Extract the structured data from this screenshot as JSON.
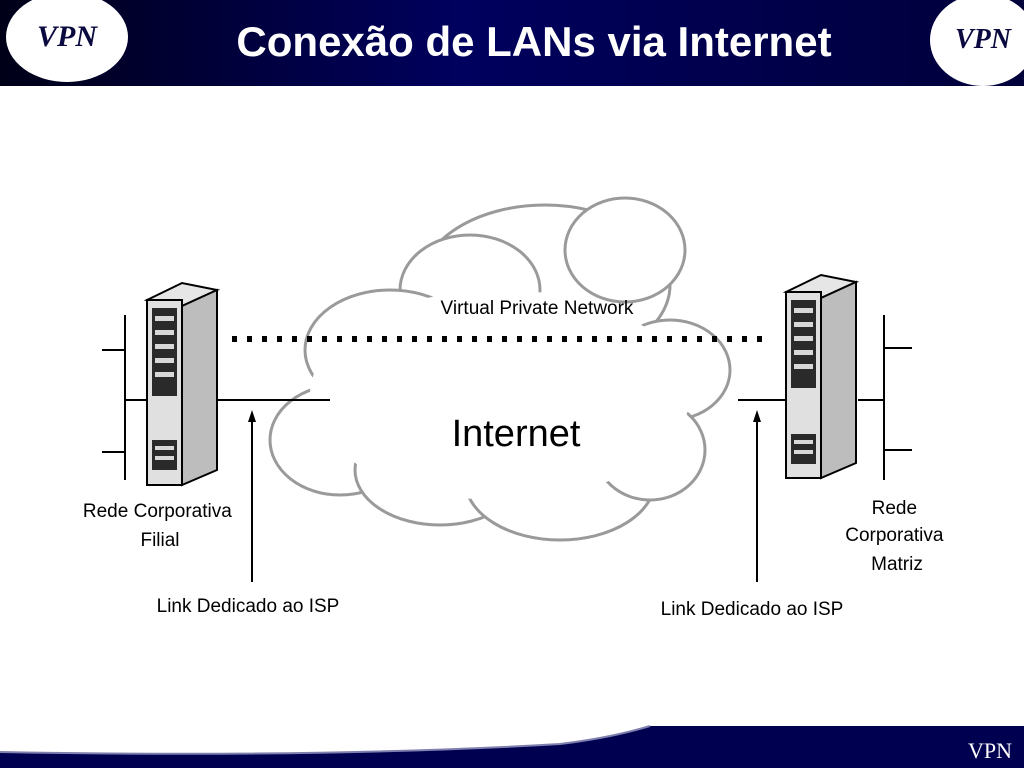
{
  "header": {
    "title": "Conexão de LANs via Internet",
    "logo_left": "VPN",
    "logo_right": "VPN"
  },
  "diagram": {
    "cloud_label": "Internet",
    "tunnel_label": "Virtual Private Network",
    "left_network": [
      "Rede Corporativa",
      "Filial"
    ],
    "right_network": [
      "Rede",
      "Corporativa",
      "Matriz"
    ],
    "left_link": "Link Dedicado ao ISP",
    "right_link": "Link Dedicado ao ISP"
  },
  "footer": {
    "label": "VPN"
  },
  "colors": {
    "header_bg": "#00005e",
    "footer_bg": "#000050"
  }
}
